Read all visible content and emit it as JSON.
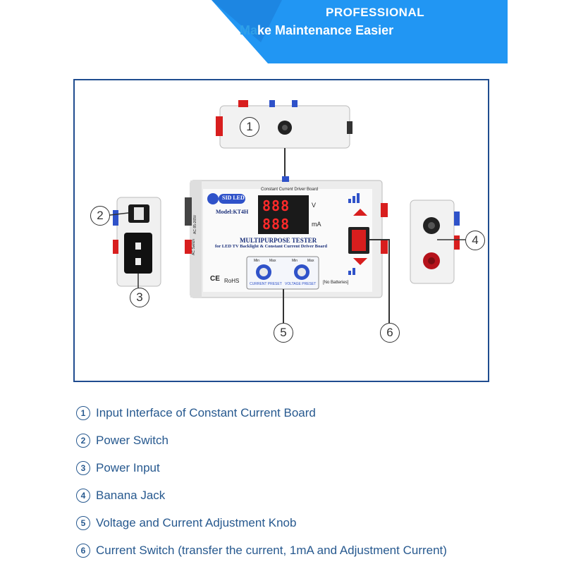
{
  "banner": {
    "title": "PROFESSIONAL",
    "subtitle_a": "Ma",
    "subtitle_b": "ke Maintenance Easier"
  },
  "device": {
    "board_label": "Constant Current Driver Board",
    "logo": "SID LED",
    "model": "Model:KT4H",
    "unit_v": "V",
    "unit_ma": "mA",
    "title": "MULTIPURPOSE TESTER",
    "subtitle": "for LED TV Backlight & Constant Current Driver Board",
    "knob_min": "Min",
    "knob_max": "Max",
    "current_preset": "CURRENT PRESET",
    "voltage_preset": "VOLTAGE PRESET",
    "no_batteries": "[No Batteries]",
    "ac_switch": "AC Switch",
    "ac_input": "AC 85-265V",
    "ce": "CE",
    "rohs": "RoHS",
    "display_v": "888",
    "display_ma": "888",
    "accent_red": "#d81e1e",
    "display_color": "#ff2a2a"
  },
  "callouts": [
    "1",
    "2",
    "3",
    "4",
    "5",
    "6"
  ],
  "legend": [
    {
      "num": "1",
      "text": "Input Interface of Constant Current Board"
    },
    {
      "num": "2",
      "text": "Power Switch"
    },
    {
      "num": "3",
      "text": "Power Input"
    },
    {
      "num": "4",
      "text": "Banana Jack"
    },
    {
      "num": "5",
      "text": "Voltage and Current Adjustment Knob"
    },
    {
      "num": "6",
      "text": "Current Switch (transfer the current, 1mA and Adjustment  Current)"
    }
  ]
}
